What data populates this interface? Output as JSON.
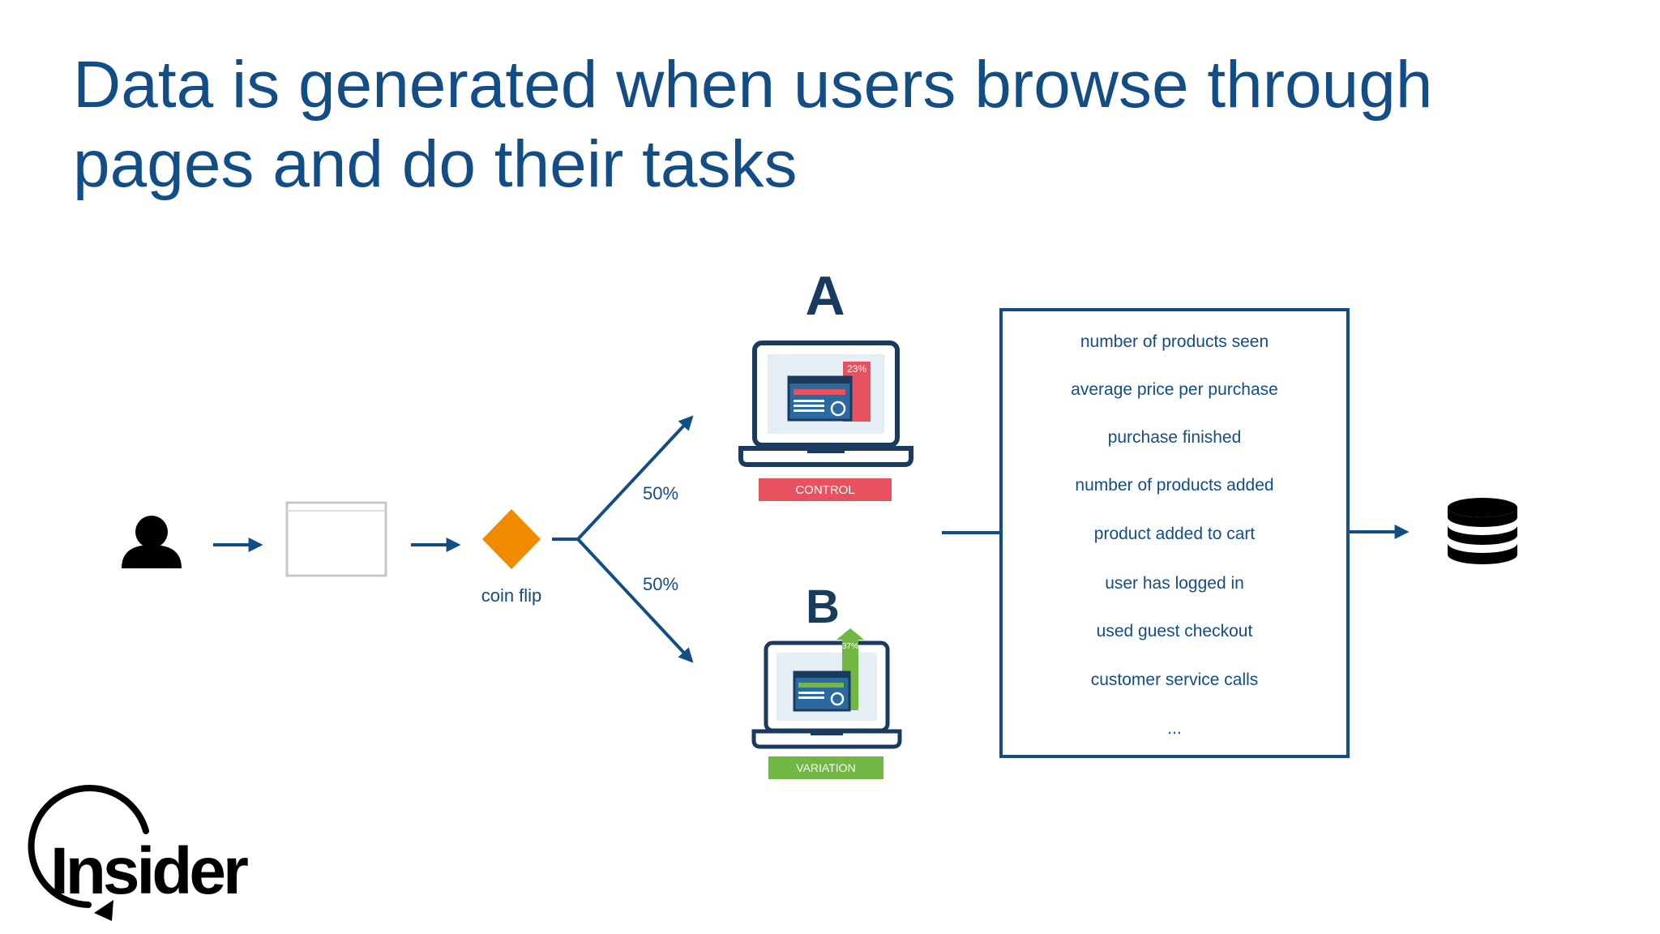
{
  "slide": {
    "title_line1": "Data is generated when users browse through",
    "title_line2": "pages and do their tasks"
  },
  "diagram": {
    "coin_flip_label": "coin flip",
    "split_top_label": "50%",
    "split_bottom_label": "50%",
    "variant_a": {
      "letter": "A",
      "tag": "CONTROL",
      "metric": "23%",
      "color": "#e8515e"
    },
    "variant_b": {
      "letter": "B",
      "tag": "VARIATION",
      "metric": "37%",
      "color": "#72b644"
    },
    "metrics": [
      "number of products seen",
      "average price per purchase",
      "purchase finished",
      "number of products added",
      "product added to cart",
      "user has logged in",
      "used guest checkout",
      "customer service calls",
      "..."
    ]
  },
  "brand": {
    "logo_text": "Insider"
  },
  "colors": {
    "title": "#134d86",
    "navy": "#1a3a5e",
    "arrow": "#134d86",
    "diamond": "#f08a00",
    "control": "#e8515e",
    "variation": "#72b644"
  }
}
